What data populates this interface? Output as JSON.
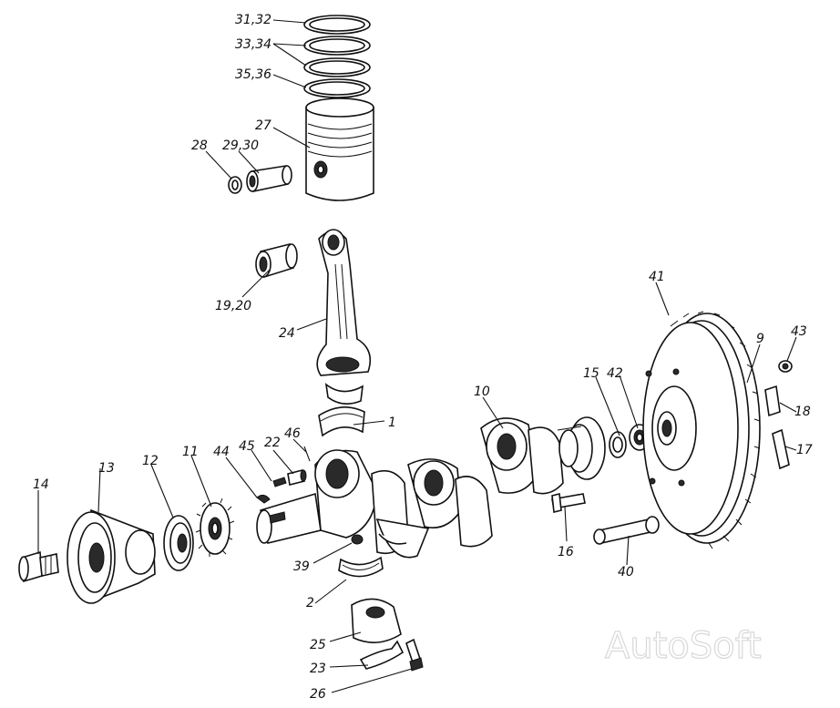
{
  "callouts": {
    "c31_32": "31,32",
    "c33_34": "33,34",
    "c35_36": "35,36",
    "c27": "27",
    "c28": "28",
    "c29_30": "29,30",
    "c19_20": "19,20",
    "c24": "24",
    "c1": "1",
    "c45": "45",
    "c22": "22",
    "c46": "46",
    "c44": "44",
    "c11": "11",
    "c12": "12",
    "c13": "13",
    "c14": "14",
    "c39": "39",
    "c2": "2",
    "c25": "25",
    "c23": "23",
    "c26": "26",
    "c10": "10",
    "c15": "15",
    "c42": "42",
    "c16": "16",
    "c40": "40",
    "c41": "41",
    "c9": "9",
    "c43": "43",
    "c18": "18",
    "c17": "17"
  },
  "watermark": "AutoSoft"
}
